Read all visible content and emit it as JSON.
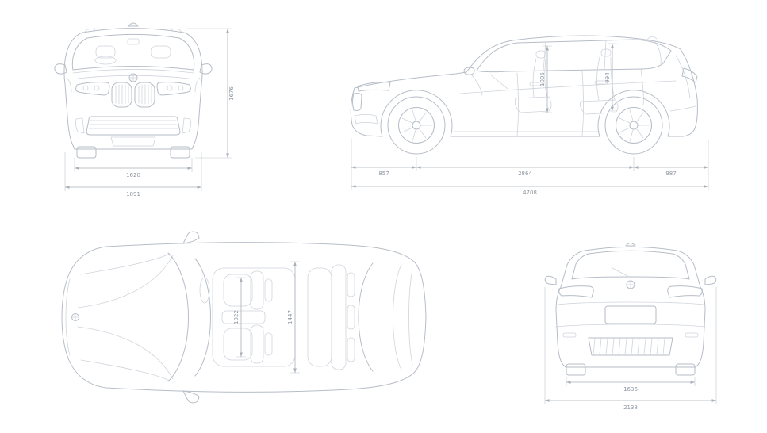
{
  "views": {
    "front": {
      "dims": {
        "track": "1620",
        "width": "1891",
        "height": "1676"
      }
    },
    "side": {
      "dims": {
        "front_overhang": "857",
        "wheelbase": "2864",
        "rear_overhang": "987",
        "length": "4708",
        "headroom_front": "1005",
        "headroom_rear": "994"
      }
    },
    "top": {
      "dims": {
        "interior_front": "1022",
        "interior_rear": "1447"
      }
    },
    "rear": {
      "dims": {
        "track": "1636",
        "width_with_mirrors": "2138"
      }
    }
  },
  "icons": {
    "hood_badge": "bmw-roundel",
    "roof_antenna": "shark-fin-antenna"
  },
  "colors": {
    "car_line": "#b6bdc7",
    "car_line_light": "#cfd4db",
    "dimension_line": "#aab0b9",
    "dimension_text": "#8e96a1",
    "background": "#ffffff"
  }
}
